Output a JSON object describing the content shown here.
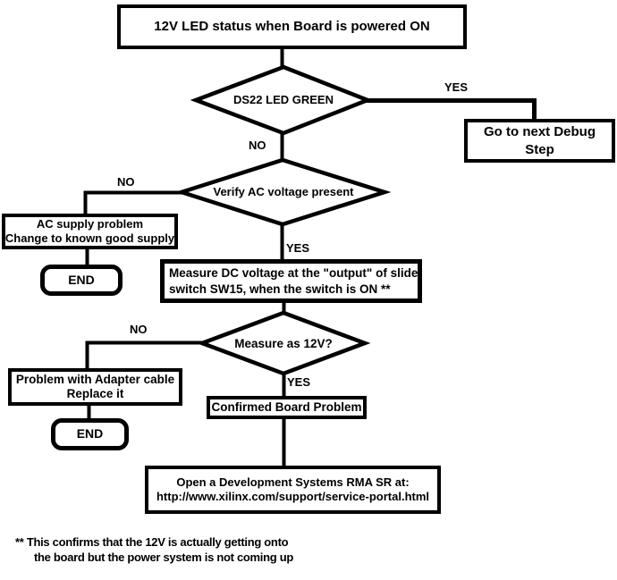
{
  "colors": {
    "ink": "#000000",
    "background": "#ffffff"
  },
  "nodes": {
    "title": "12V LED status when Board is powered ON",
    "decision_ds22": "DS22 LED GREEN",
    "goto_debug": "Go to next Debug Step",
    "decision_verify_ac": "Verify AC voltage present",
    "ac_supply_line1": "AC supply problem",
    "ac_supply_line2": "Change to known good supply",
    "end_label": "END",
    "measure_dc_line1": "Measure DC voltage at the \"output\" of slide",
    "measure_dc_line2": "switch SW15, when the switch is ON **",
    "decision_measure_12v": "Measure as 12V?",
    "adapter_line1": "Problem with Adapter cable",
    "adapter_line2": "Replace it",
    "confirmed_board": "Confirmed Board Problem",
    "rma_line1": "Open a Development Systems RMA SR at:",
    "rma_line2": "http://www.xilinx.com/support/service-portal.html"
  },
  "branch_labels": {
    "ds22_yes": "YES",
    "ds22_no": "NO",
    "verify_ac_no": "NO",
    "verify_ac_yes": "YES",
    "measure_12v_no": "NO",
    "measure_12v_yes": "YES"
  },
  "footnote": {
    "line1": "** This confirms that the 12V is actually getting onto",
    "line2": "the board but the power system is not coming up"
  }
}
